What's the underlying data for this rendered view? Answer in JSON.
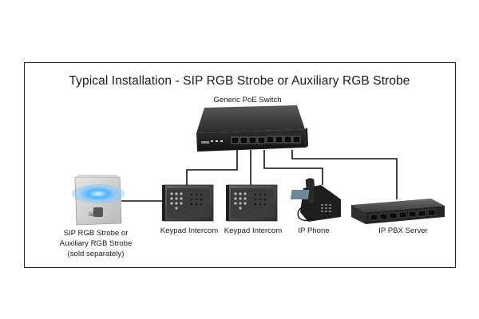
{
  "diagram": {
    "title": "Typical Installation - SIP RGB Strobe or Auxiliary RGB Strobe",
    "labels": {
      "switch": "Generic PoE Switch",
      "strobe_line1": "SIP RGB Strobe or",
      "strobe_line2": "Auxiliary RGB Strobe",
      "strobe_line3": "(sold separately)",
      "keypad1": "Keypad Intercom",
      "keypad2": "Keypad Intercom",
      "phone": "IP Phone",
      "pbx": "IP PBX Server"
    },
    "colors": {
      "border": "#222222",
      "strobe_glow": "#3fa9ff",
      "device_dark": "#2b2b2b"
    },
    "icons": [
      "poe-switch-icon",
      "rgb-strobe-icon",
      "keypad-intercom-icon",
      "ip-phone-icon",
      "pbx-server-icon"
    ]
  }
}
